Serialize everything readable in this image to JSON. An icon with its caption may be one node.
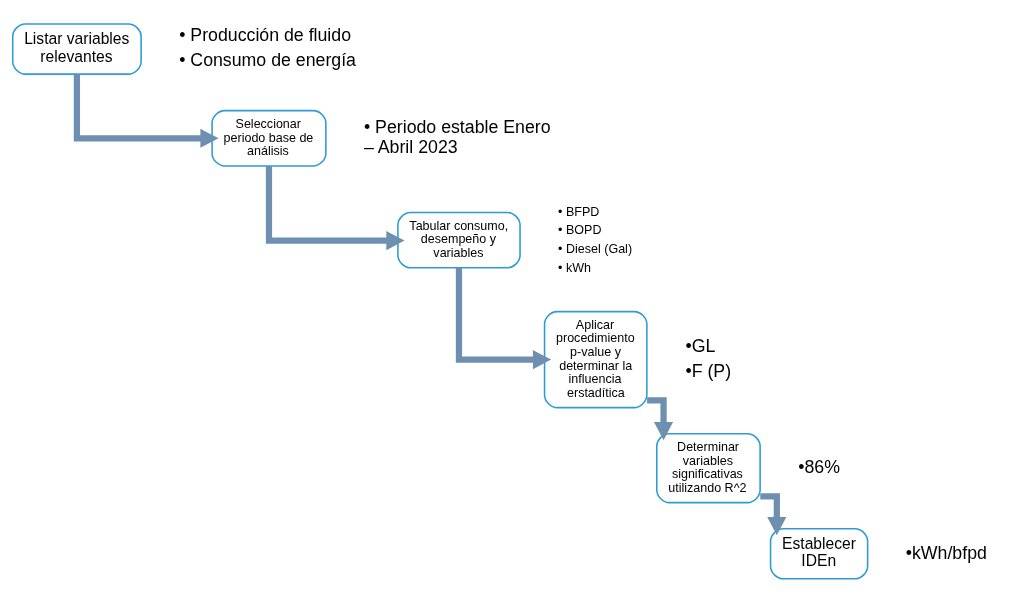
{
  "diagram": {
    "nodes": [
      {
        "text": [
          "Listar variables relevantes"
        ],
        "beside": [
          "• Producción de fluido",
          "• Consumo de energía"
        ]
      },
      {
        "text": [
          "Seleccionar periodo base de análisis"
        ],
        "beside": [
          "• Periodo estable Enero – Abril 2023"
        ]
      },
      {
        "text": [
          "Tabular consumo, desempeño y variables"
        ],
        "beside": [
          "• BFPD",
          "• BOPD",
          "• Diesel (Gal)",
          "• kWh"
        ]
      },
      {
        "text": [
          "Aplicar procedimiento p-value y determinar la influencia erstadítica"
        ],
        "beside": [
          "•GL",
          "•F (P)"
        ]
      },
      {
        "text": [
          "Determinar variables significativas utilizando R^2"
        ],
        "beside": [
          "•86%"
        ]
      },
      {
        "text": [
          "Establecer IDEn"
        ],
        "beside": [
          "•kWh/bfpd"
        ]
      }
    ],
    "edges": [
      {
        "from": 0,
        "to": 1,
        "arrow": "to"
      },
      {
        "from": 1,
        "to": 2,
        "arrow": "to"
      },
      {
        "from": 2,
        "to": 3,
        "arrow": "to"
      },
      {
        "from": 3,
        "to": 4,
        "arrow": "to"
      },
      {
        "from": 4,
        "to": 5,
        "arrow": "to"
      }
    ]
  }
}
